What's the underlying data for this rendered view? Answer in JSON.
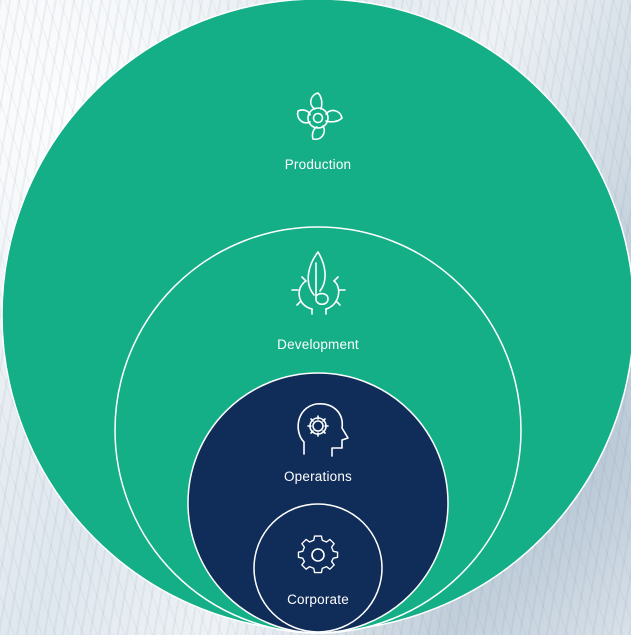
{
  "colors": {
    "green": "#14ae87",
    "navy": "#102d5a",
    "outline": "#ffffff"
  },
  "circles": [
    {
      "label": "Production",
      "icon": "turbine-gear-icon"
    },
    {
      "label": "Development",
      "icon": "leaf-gear-icon"
    },
    {
      "label": "Operations",
      "icon": "head-gear-icon"
    },
    {
      "label": "Corporate",
      "icon": "gear-icon"
    }
  ]
}
